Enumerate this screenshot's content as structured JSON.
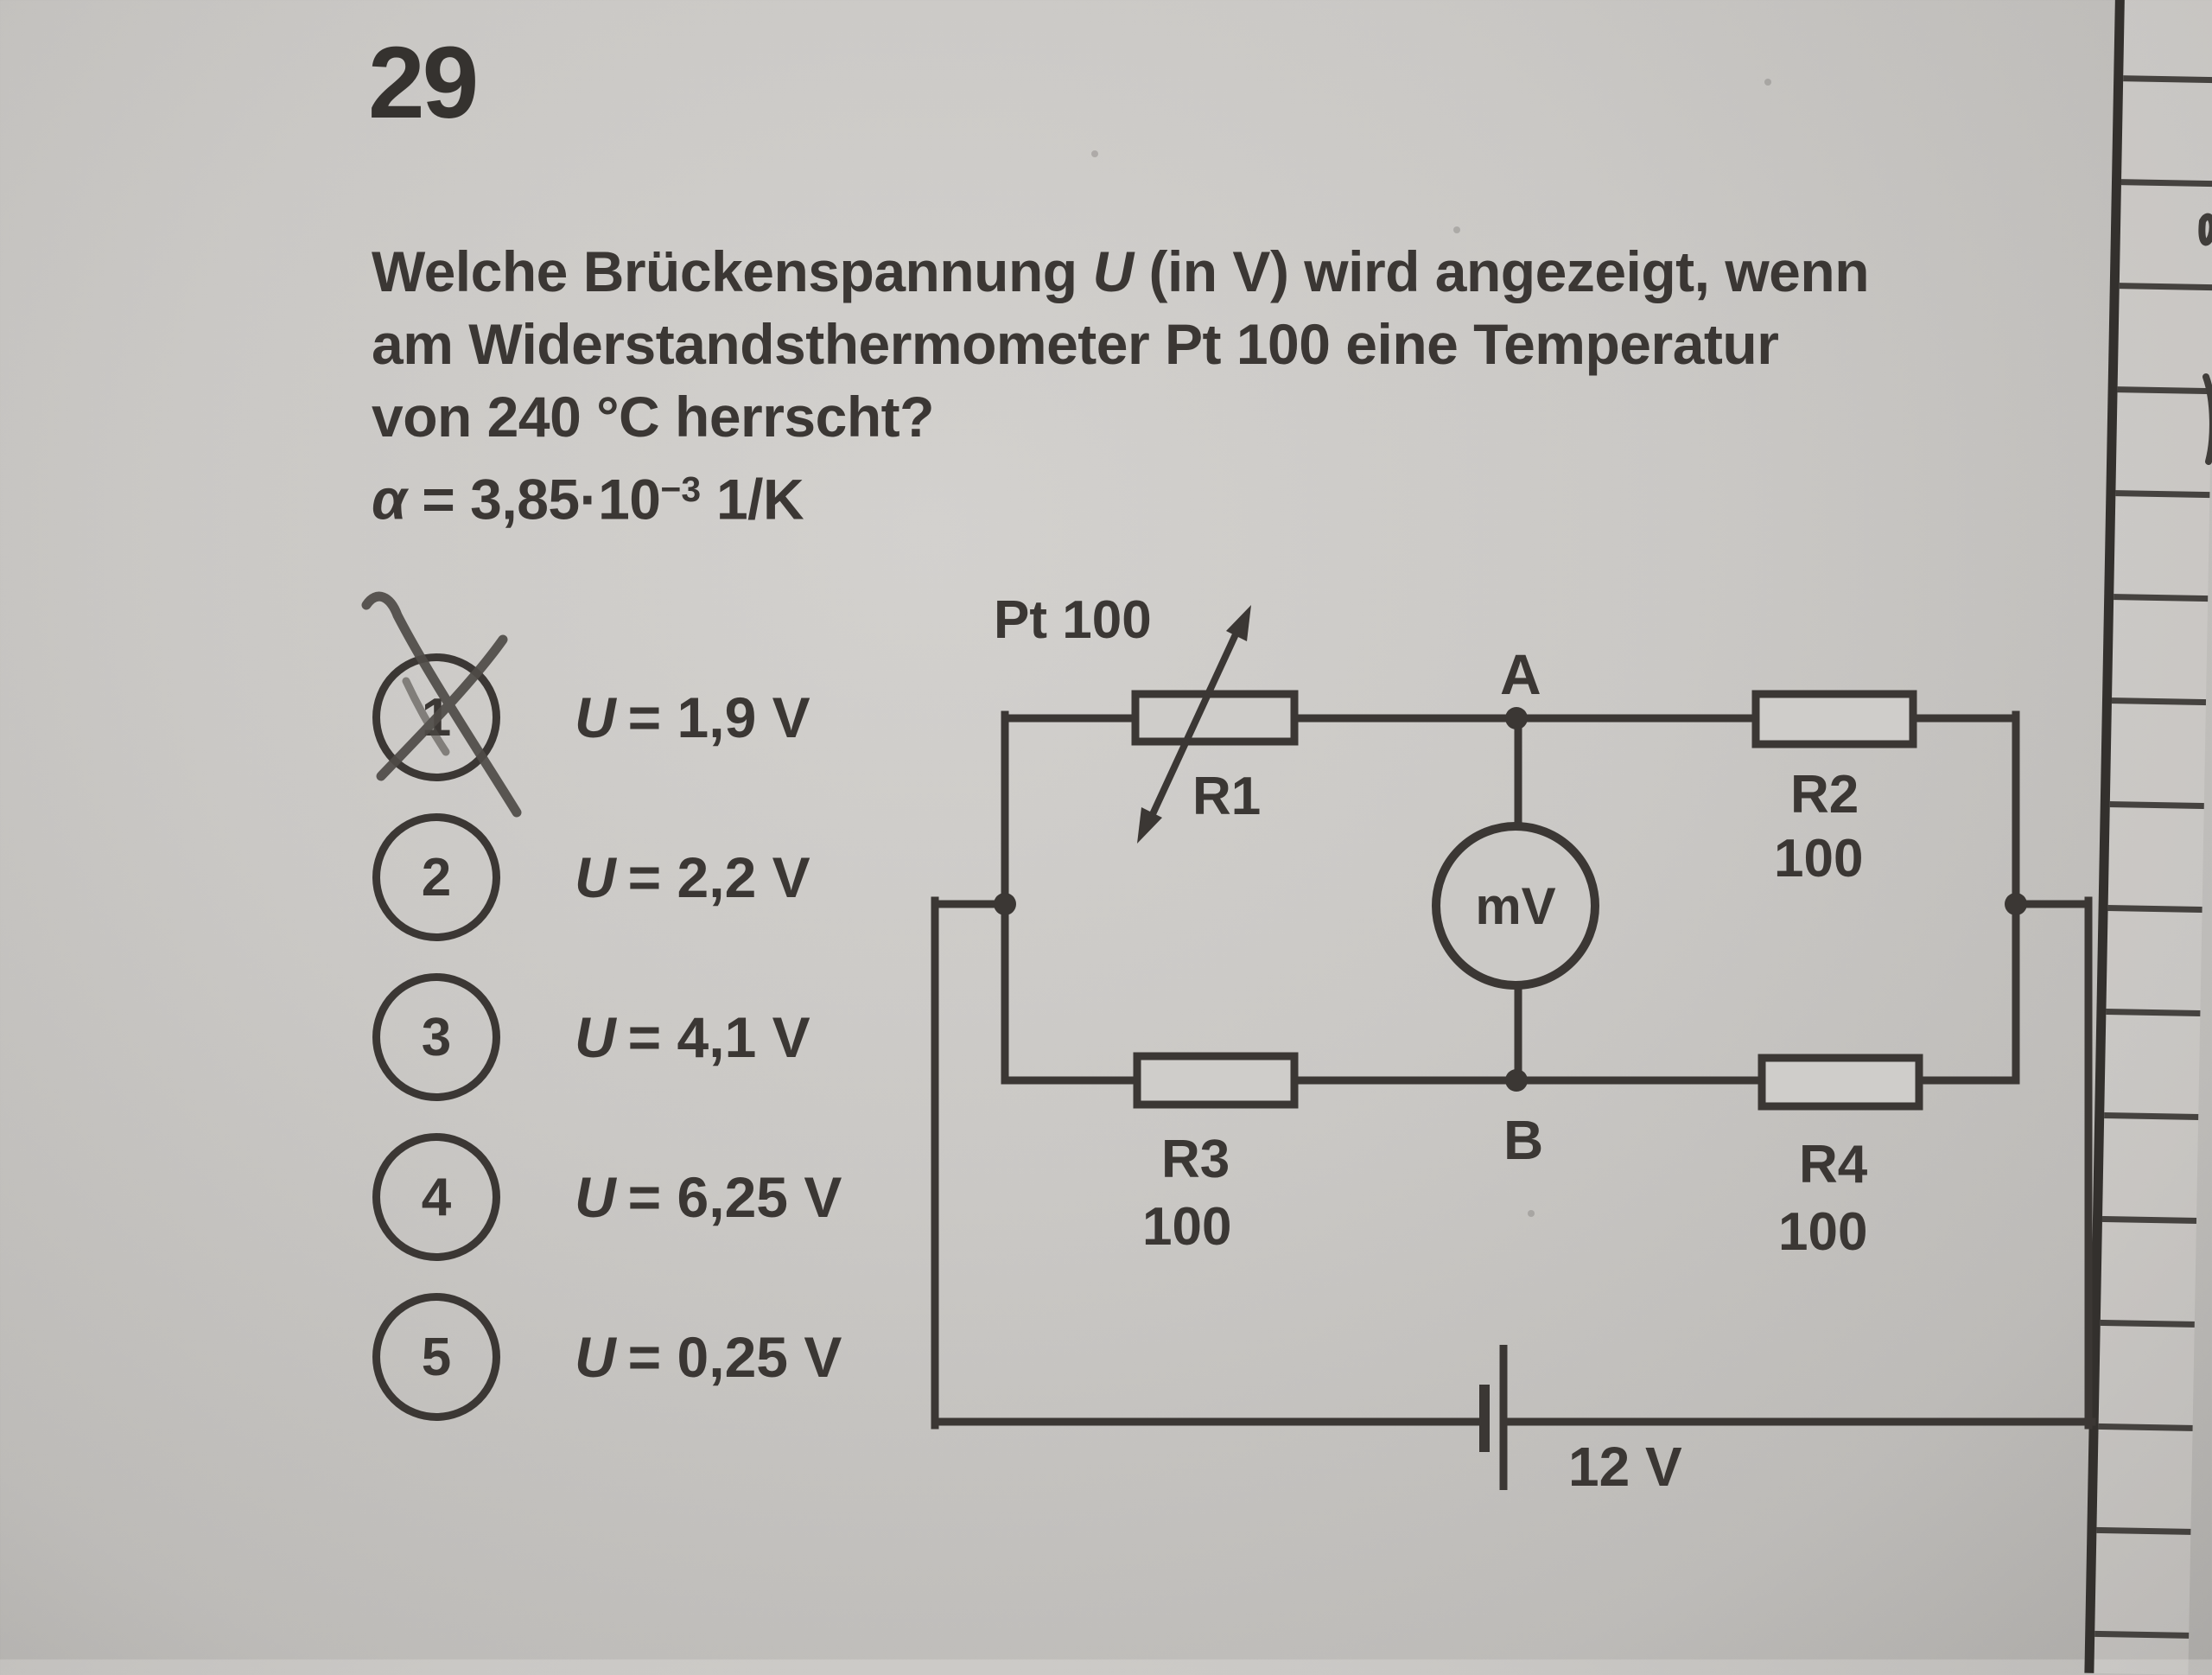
{
  "problem": {
    "number": "29",
    "question": {
      "line1_pre": "Welche Brückenspannung ",
      "line1_symbol": "U",
      "line1_post": " (in V) wird angezeigt, wenn",
      "line2": "am Widerstandsthermometer Pt 100 eine Temperatur",
      "line3": "von 240 °C herrscht?"
    },
    "formula": {
      "symbol": "α",
      "body": " = 3,85·10",
      "exponent": "−3",
      "unit": " 1/K"
    }
  },
  "options": [
    {
      "number": "1",
      "symbol": "U",
      "value": "= 1,9 V",
      "crossed_out": true
    },
    {
      "number": "2",
      "symbol": "U",
      "value": "= 2,2 V",
      "crossed_out": false
    },
    {
      "number": "3",
      "symbol": "U",
      "value": "= 4,1 V",
      "crossed_out": false
    },
    {
      "number": "4",
      "symbol": "U",
      "value": "= 6,25 V",
      "crossed_out": false
    },
    {
      "number": "5",
      "symbol": "U",
      "value": "= 0,25 V",
      "crossed_out": false
    }
  ],
  "circuit": {
    "sensor_label": "Pt 100",
    "node_top": "A",
    "node_bottom": "B",
    "r1_label": "R1",
    "r2_label": "R2",
    "r2_value": "100",
    "r3_label": "R3",
    "r3_value": "100",
    "r4_label": "R4",
    "r4_value": "100",
    "meter_label": "mV",
    "battery_label": "12 V"
  },
  "colors": {
    "ink": "#3b3734",
    "paper": "#cac8c5",
    "pencil": "#4f4b47"
  }
}
